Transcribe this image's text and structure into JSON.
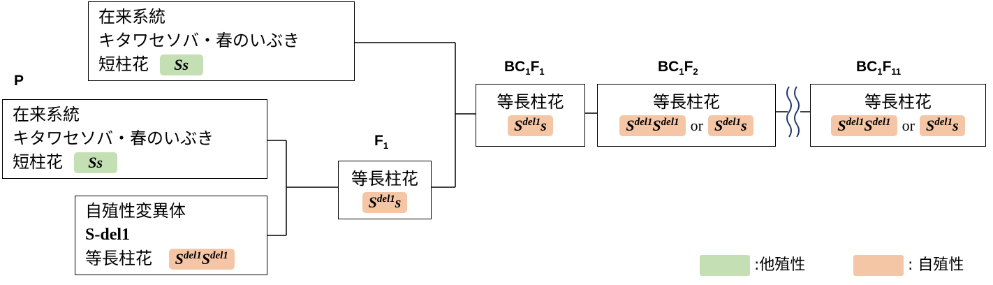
{
  "labels": {
    "p": "P",
    "f1": "F",
    "f1_sub": "1",
    "bc1f1": [
      "BC",
      "1",
      "F",
      "1"
    ],
    "bc1f2": [
      "BC",
      "1",
      "F",
      "2"
    ],
    "bc1f11": [
      "BC",
      "1",
      "F",
      "11"
    ]
  },
  "parents": {
    "top": {
      "line1": "在来系統",
      "line2": "キタワセソバ・春のいぶき",
      "line3": "短柱花",
      "genotype": "Ss"
    },
    "middle": {
      "line1": "在来系統",
      "line2": "キタワセソバ・春のいぶき",
      "line3": "短柱花",
      "genotype": "Ss"
    },
    "mutant": {
      "line1": "自殖性変異体",
      "line2": "S-del1",
      "line3": "等長柱花",
      "geno_s": "S",
      "geno_sup": "del1"
    }
  },
  "f1_box": {
    "title": "等長柱花",
    "geno_s": "S",
    "geno_sup": "del1",
    "geno_tail": "s"
  },
  "bc1f1_box": {
    "title": "等長柱花",
    "geno_s": "S",
    "geno_sup": "del1",
    "geno_tail": "s"
  },
  "bc1f2_box": {
    "title": "等長柱花",
    "geno_s": "S",
    "geno_sup": "del1",
    "or": "or",
    "geno_tail": "s"
  },
  "bc1f11_box": {
    "title": "等長柱花",
    "geno_s": "S",
    "geno_sup": "del1",
    "or": "or",
    "geno_tail": "s"
  },
  "legend": {
    "green_label": ":他殖性",
    "orange_label": ": 自殖性",
    "green_color": "#c4dfb3",
    "orange_color": "#f5c6a5"
  }
}
